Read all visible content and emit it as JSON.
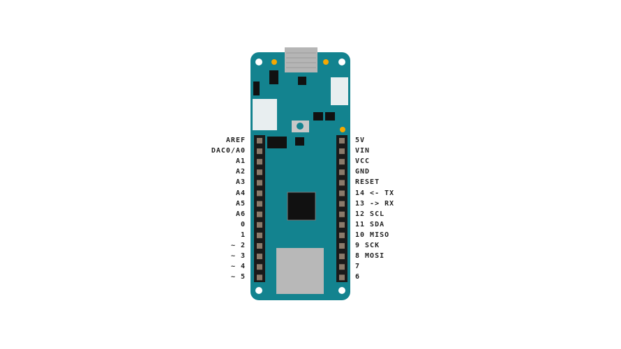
{
  "colors": {
    "board": "#13838f",
    "header": "#1a1a1a",
    "pin": "#8a7a6a",
    "led": "#f5a800",
    "metal": "#b8b8b8"
  },
  "left_pins": [
    "AREF",
    "DAC0/A0",
    "A1",
    "A2",
    "A3",
    "A4",
    "A5",
    "A6",
    "0",
    "1",
    "~ 2",
    "~ 3",
    "~ 4",
    "~ 5"
  ],
  "right_pins": [
    "5V",
    "VIN",
    "VCC",
    "GND",
    "RESET",
    "14 <- TX",
    "13 -> RX",
    "12 SCL",
    "11 SDA",
    "10 MISO",
    "9 SCK",
    "8 MOSI",
    "7",
    "6"
  ]
}
